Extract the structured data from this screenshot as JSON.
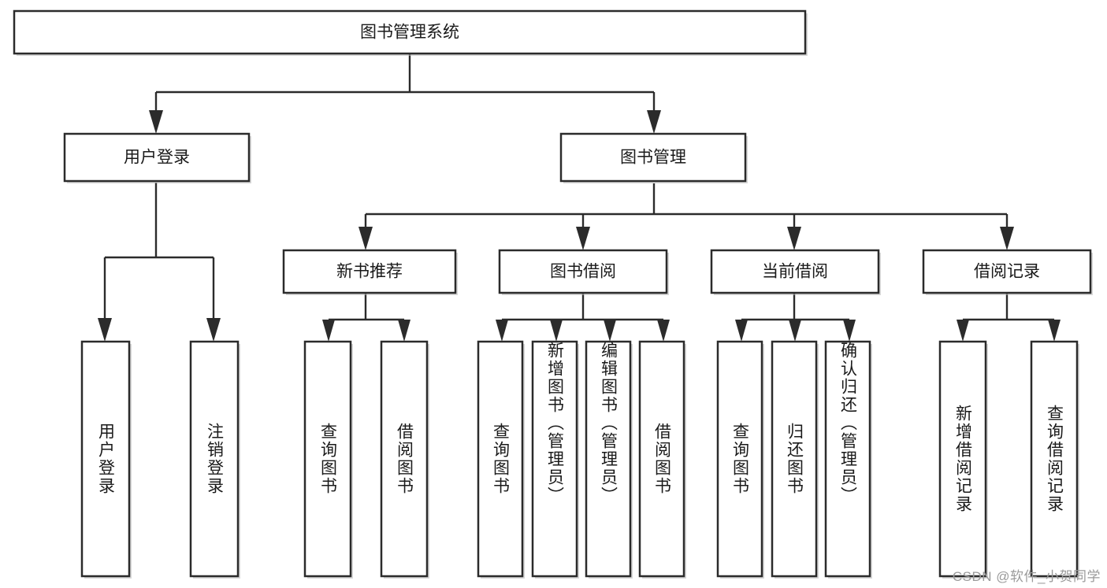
{
  "diagram": {
    "title": "图书管理系统",
    "type": "hierarchy-tree",
    "watermark": "CSDN @软件_小贺同学",
    "colors": {
      "stroke": "#2b2b2b",
      "fill": "#ffffff",
      "text": "#1a1a1a",
      "watermark": "#9a9a9a"
    },
    "root": {
      "label": "图书管理系统"
    },
    "level1": [
      {
        "label": "用户登录"
      },
      {
        "label": "图书管理"
      }
    ],
    "level2": [
      {
        "label": "新书推荐"
      },
      {
        "label": "图书借阅"
      },
      {
        "label": "当前借阅"
      },
      {
        "label": "借阅记录"
      }
    ],
    "leaves": {
      "user_login": [
        {
          "label": "用户登录"
        },
        {
          "label": "注销登录"
        }
      ],
      "new_book_recommend": [
        {
          "label": "查询图书"
        },
        {
          "label": "借阅图书"
        }
      ],
      "book_borrow": [
        {
          "label": "查询图书"
        },
        {
          "label": "新增图书（管理员）"
        },
        {
          "label": "编辑图书（管理员）"
        },
        {
          "label": "借阅图书"
        }
      ],
      "current_borrow": [
        {
          "label": "查询图书"
        },
        {
          "label": "归还图书"
        },
        {
          "label": "确认归还（管理员）"
        }
      ],
      "borrow_record": [
        {
          "label": "新增借阅记录"
        },
        {
          "label": "查询借阅记录"
        }
      ]
    }
  }
}
